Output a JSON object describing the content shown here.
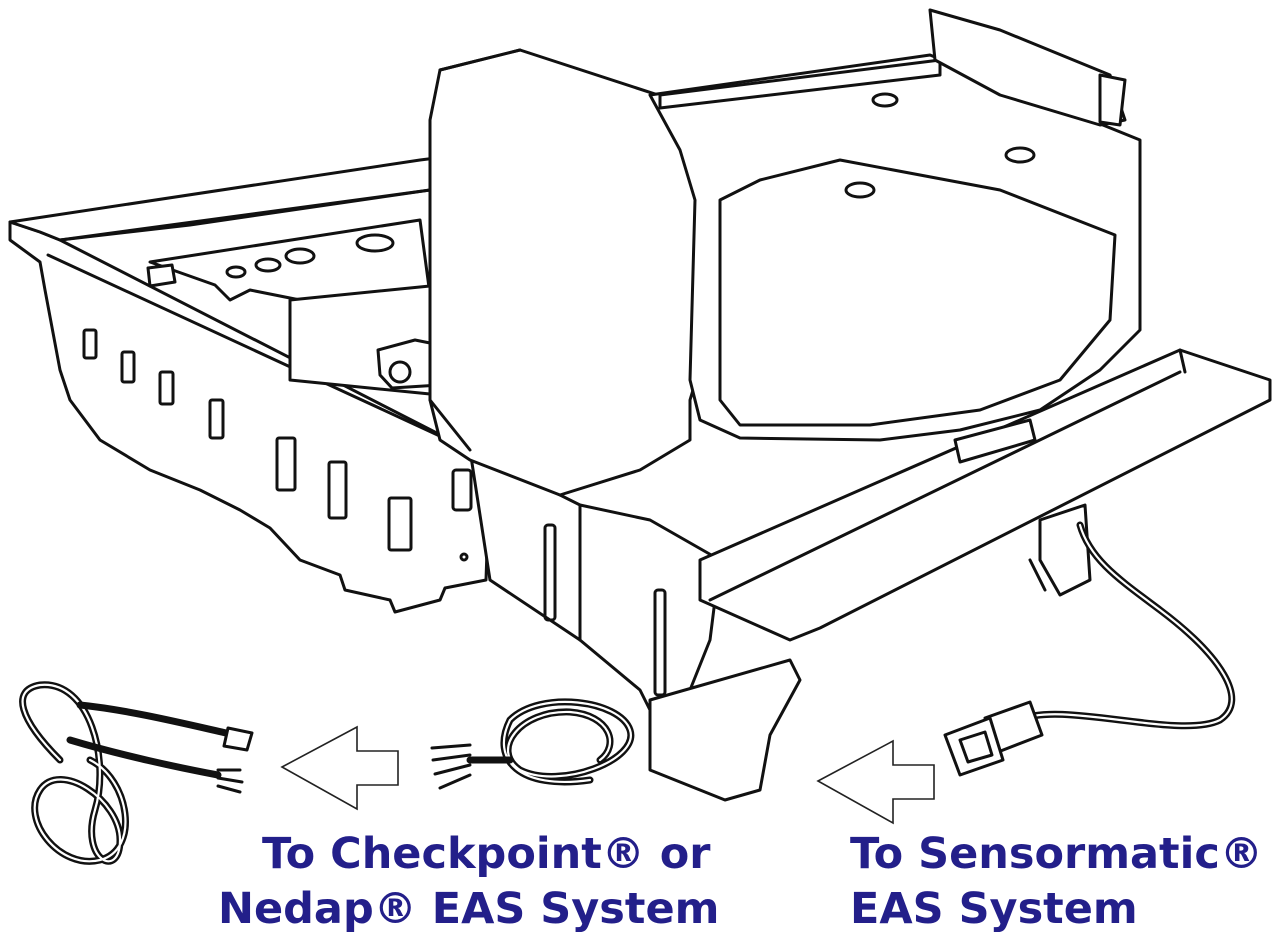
{
  "colors": {
    "caption": "#231f8a",
    "line": "#111111",
    "background": "#ffffff"
  },
  "labels": {
    "left_line1": "To Checkpoint® or",
    "left_line2": "Nedap® EAS System",
    "right_line1": "To Sensormatic®",
    "right_line2": "EAS System"
  },
  "icons": [
    "scanner-scale-illustration",
    "eas-cable-rj45",
    "eas-cable-flying-leads",
    "sensormatic-cable-connector",
    "left-arrow-icon"
  ]
}
